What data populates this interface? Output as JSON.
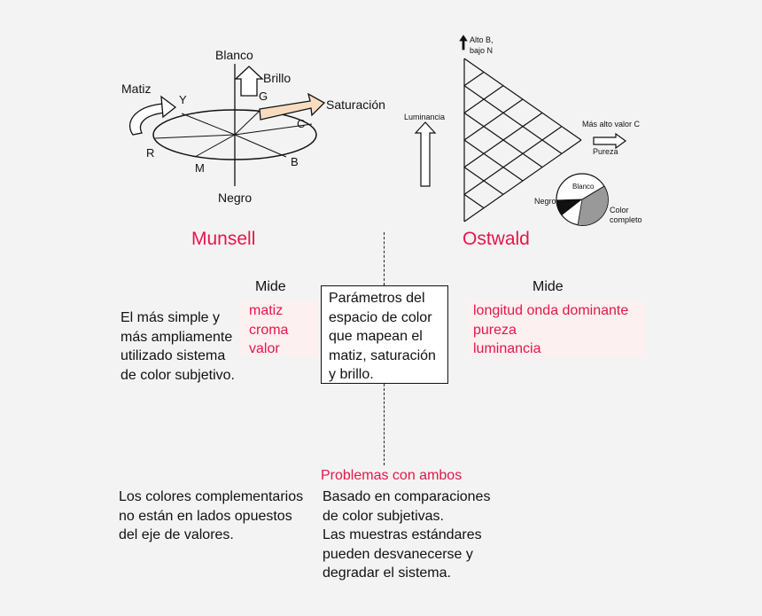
{
  "munsell": {
    "labels": {
      "blanco": "Blanco",
      "negro": "Negro",
      "brillo": "Brillo",
      "matiz": "Matiz",
      "saturacion": "Saturación",
      "y": "Y",
      "g": "G",
      "c": "C",
      "r": "R",
      "m": "M",
      "b": "B"
    },
    "title": "Munsell",
    "mide": "Mide",
    "measures": [
      "matiz",
      "croma",
      "valor"
    ],
    "description": [
      "El más simple y",
      "más ampliamente",
      "utilizado sistema",
      "de color subjetivo."
    ],
    "problem": [
      "Los colores complementarios",
      "no están en lados opuestos",
      "del eje de valores."
    ]
  },
  "ostwald": {
    "labels": {
      "alto_b": "Alto B,",
      "bajo_n": "bajo N",
      "luminancia": "Luminancia",
      "mas_alto_valor_c": "Más alto valor C",
      "pureza": "Pureza",
      "blanco": "Blanco",
      "negro": "Negro",
      "color": "Color",
      "completo": "completo"
    },
    "title": "Ostwald",
    "mide": "Mide",
    "measures": [
      "longitud onda dominante",
      "pureza",
      "luminancia"
    ]
  },
  "center": {
    "box_lines": [
      "Parámetros del",
      "espacio de color",
      "que mapean el",
      "matiz, saturación",
      "y brillo."
    ],
    "problems_title": "Problemas con ambos",
    "problems": [
      "Basado en comparaciones",
      "de color subjetivas.",
      "Las muestras estándares",
      "pueden desvanecerse y",
      "degradar el sistema."
    ]
  },
  "colors": {
    "accent": "#e3174a",
    "background": "#f3f3f3",
    "highlight": "#fdf0f0",
    "arrow_fill": "#f8dcc0"
  }
}
